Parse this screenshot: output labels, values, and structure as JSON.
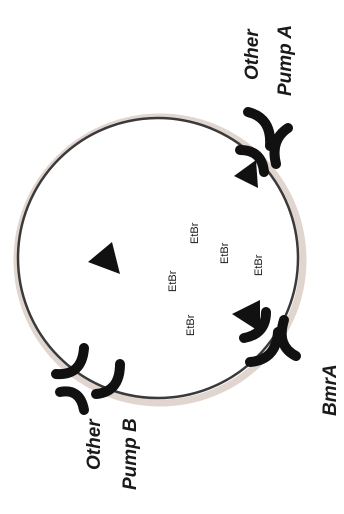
{
  "labels": {
    "pump_a_line1": "Other",
    "pump_a_line2": "Pump A",
    "pump_b_line1": "Other",
    "pump_b_line2": "Pump B",
    "bmra": "BmrA"
  },
  "etbr_molecules": [
    "EtBr",
    "EtBr",
    "EtBr",
    "EtBr",
    "EtBr"
  ],
  "colors": {
    "membrane_outline": "#3a3a3a",
    "membrane_shadow": "#8a6a5a",
    "transporter": "#111111",
    "substrate_marker": "#111111"
  }
}
